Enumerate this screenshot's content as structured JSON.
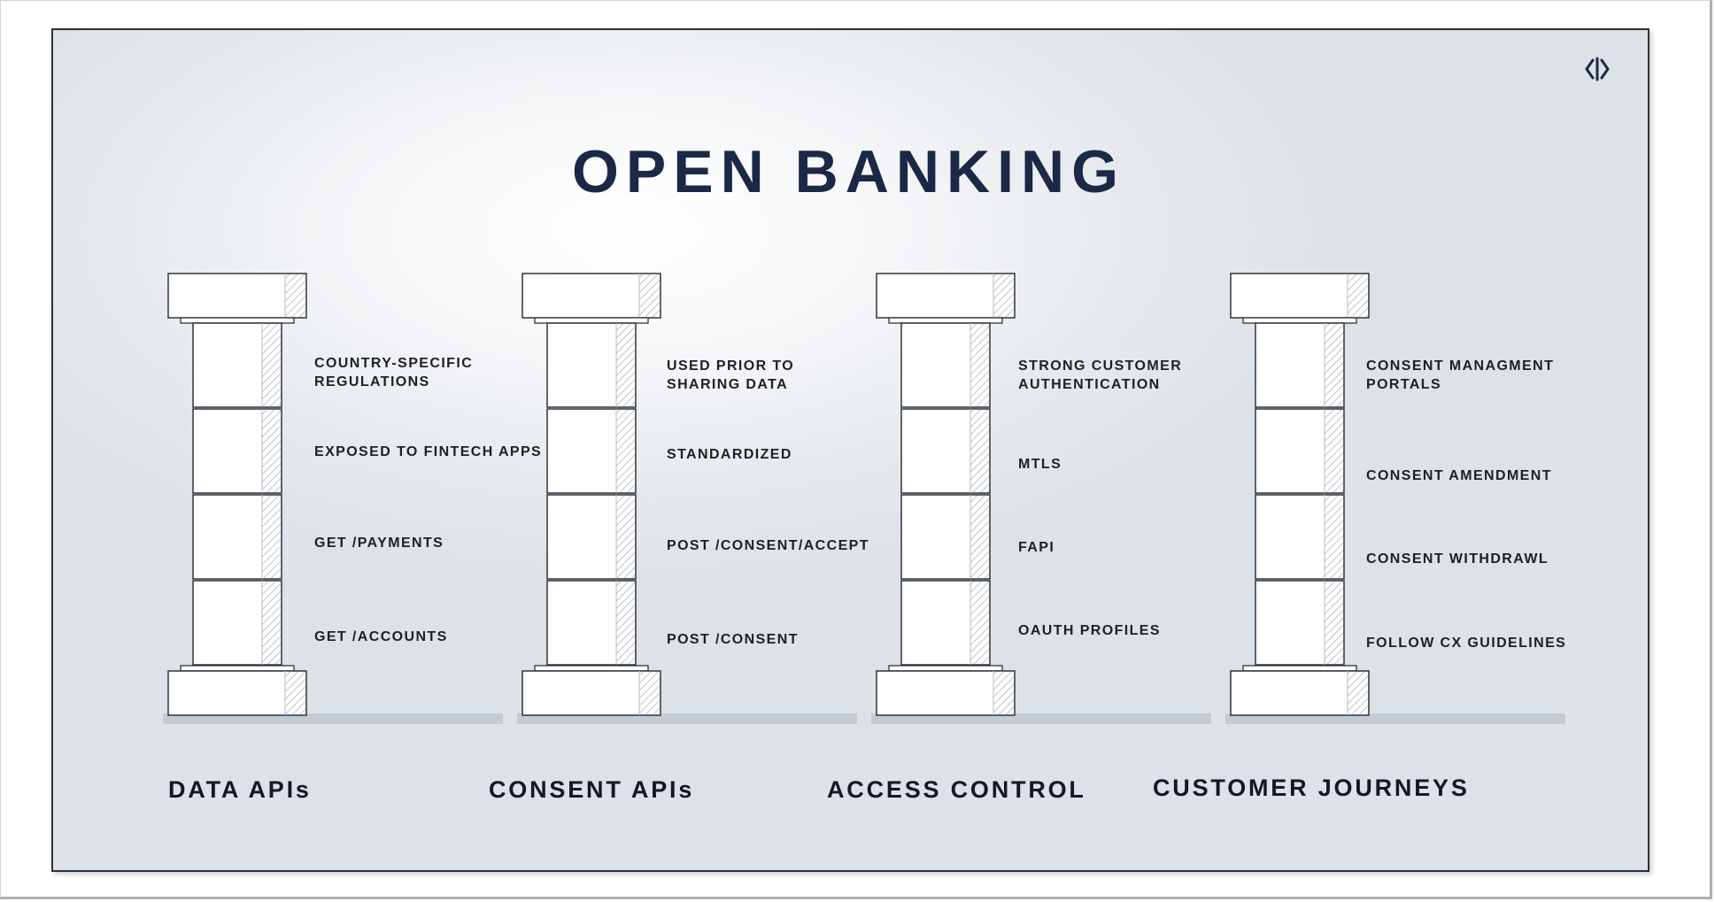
{
  "title": "OPEN BANKING",
  "logo_icon": "code-brackets-logo-icon",
  "pillars": [
    {
      "name": "DATA APIs",
      "labels": [
        "COUNTRY-SPECIFIC\nREGULATIONS",
        "EXPOSED TO FINTECH APPS",
        "GET /PAYMENTS",
        "GET /ACCOUNTS"
      ]
    },
    {
      "name": "CONSENT APIs",
      "labels": [
        "USED PRIOR TO\nSHARING DATA",
        "STANDARDIZED",
        "POST /CONSENT/ACCEPT",
        "POST /CONSENT"
      ]
    },
    {
      "name": "ACCESS CONTROL",
      "labels": [
        "STRONG CUSTOMER\nAUTHENTICATION",
        "MTLS",
        "FAPI",
        "OAUTH PROFILES"
      ]
    },
    {
      "name": "CUSTOMER JOURNEYS",
      "labels": [
        "CONSENT MANAGMENT\nPORTALS",
        "CONSENT AMENDMENT",
        "CONSENT WITHDRAWL",
        "FOLLOW CX GUIDELINES"
      ]
    }
  ],
  "colors": {
    "title": "#1b2846",
    "line": "#2f343b",
    "ground": "#c4ccd3",
    "hatch": "#9aa1a8"
  }
}
